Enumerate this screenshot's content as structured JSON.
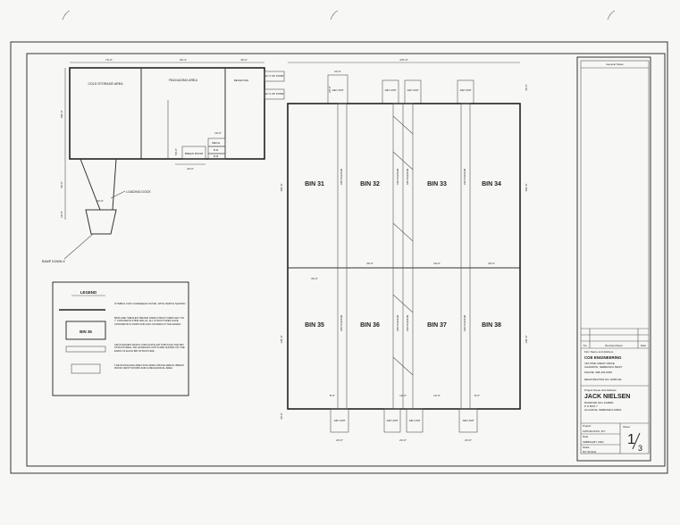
{
  "plan": {
    "rooms": {
      "cold_storage": "COLD STORAGE AREA",
      "packaging": "PACKAGING AREA",
      "receiving": "RECEIVING",
      "break_room": "BREAK ROOM",
      "mech": "MECH.",
      "rr1": "R.R.",
      "rr2": "R.R.",
      "loading_dock": "LOADING DOCK",
      "ramp": "RAMP DOWN 4'",
      "pump1": "10' X 25' PUMP",
      "pump2": "10' X 25' PUMP"
    },
    "bins": [
      "BIN 31",
      "BIN 32",
      "BIN 33",
      "BIN 34",
      "BIN 35",
      "BIN 36",
      "BIN 37",
      "BIN 38"
    ],
    "air_plenum": "AIR PLENUM",
    "air_unit": "AIR UNIT",
    "dims": {
      "d_70": "70'-0\"",
      "d_90": "90'-3\"",
      "d_40": "40'-0\"",
      "d_270": "270'-0\"",
      "d_24a": "24'-0\"",
      "d_100": "100'-0\"",
      "d_60": "60'-0\"",
      "d_20": "20'-0\"",
      "d_23": "23'-0\"",
      "d_43": "43'-0\"",
      "d_50": "50'-0\"",
      "d_10": "10'-0\"",
      "d_8": "8'-0\"",
      "d_182": "182'-0\"",
      "d_140": "140'-0\"",
      "d_12": "12'-0\"",
      "d_24": "24'-0\"",
      "d_30": "30'-0\"",
      "d_40b": "40'-0\""
    }
  },
  "legend": {
    "title": "LEGEND",
    "door_text": "SYMBOL FOR OVERHEAD DOOR, WITH WIDTH SHOWN",
    "bin_label": "BIN 35",
    "bin_text": "BINS ARE \"REISLEN\" BRAND FARM STRUCTURES SET ON 7' CONCRETE STEM WALLS. ALL STRUCTURES HAVE CONCRETE FLOORS AND AIR LOUVERS AT THE EAVES.",
    "plenum_text": "AIR PLENUMS WHICH CIRCULATE AIR THROUGH THE BIN STRUCTURES. AIR HANDLING UNITS ARE SHOWN ON THE ENDS OF EACH BIN STRUCTURE.",
    "packaging_text": "THE PACKAGING AREA INCLUDES OFFICE AREAS, BREAK ROOM, REST ROOMS AND A MECHANICAL AREA"
  },
  "title_block": {
    "general_notes": "General Notes",
    "no": "No.",
    "revision": "Revision/Issue",
    "date": "Date",
    "firm_hdr": "Firm Name and Address",
    "firm": "COE ENGINEERING",
    "firm_addr1": "740 PINE CREST DRIVE",
    "firm_addr2": "CHADRON, NEBRASKA 69337",
    "phone": "PHONE: 308-432-5366",
    "registration": "REGISTRATION NO. E556-NE",
    "project_hdr": "Project Name and Address",
    "client": "JACK NIELSEN",
    "farm": "DIAMOND HILL FARMS",
    "addr1": "P O BOX 7",
    "addr2": "ALLIANCE, NEBRASKA 69301",
    "project_label": "Project",
    "project": "FWS BLUFFS, WY",
    "sheet_label": "Sheet",
    "date_label": "Date",
    "date_value": "FEBRUARY 2021",
    "scale_label": "Scale",
    "scale": "NO SCALE",
    "sheet_num": "1",
    "sheet_total": "3"
  }
}
